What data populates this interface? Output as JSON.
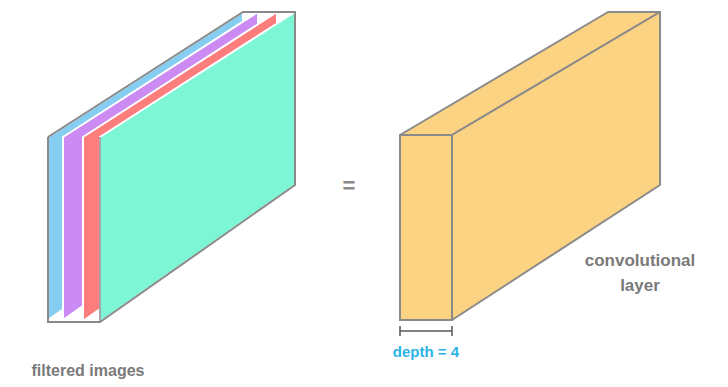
{
  "diagram": {
    "labels": [
      "=",
      "convolutional layer",
      "depth = 4",
      "filtered images"
    ]
  }
}
